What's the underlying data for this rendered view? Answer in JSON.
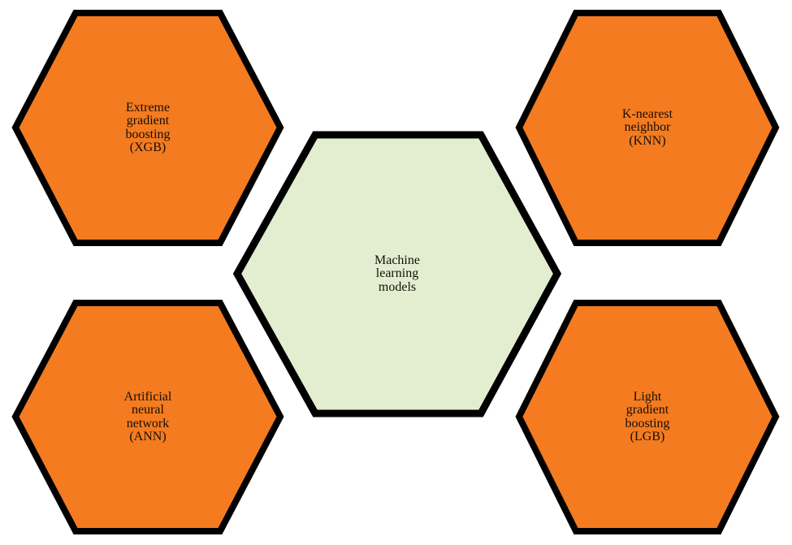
{
  "diagram": {
    "type": "hexagon-cluster",
    "title": "Machine learning models",
    "background_color": "#ffffff",
    "colors": {
      "node_orange": "#F47B20",
      "node_green": "#E3EED1",
      "outline": "#000000",
      "text": "#150f05"
    },
    "center_node": {
      "id": "ml-models",
      "shape": "hexagon",
      "fill": "#E3EED1",
      "lines": [
        "Machine",
        "learning",
        "models"
      ]
    },
    "outer_nodes": [
      {
        "id": "xgb",
        "position": "top-left",
        "shape": "hexagon",
        "fill": "#F47B20",
        "lines": [
          "Extreme",
          "gradient",
          "boosting",
          "(XGB)"
        ]
      },
      {
        "id": "knn",
        "position": "top-right",
        "shape": "hexagon",
        "fill": "#F47B20",
        "lines": [
          "K-nearest",
          "neighbor",
          "(KNN)"
        ]
      },
      {
        "id": "ann",
        "position": "bottom-left",
        "shape": "hexagon",
        "fill": "#F47B20",
        "lines": [
          "Artificial",
          "neural",
          "network",
          "(ANN)"
        ]
      },
      {
        "id": "lgb",
        "position": "bottom-right",
        "shape": "hexagon",
        "fill": "#F47B20",
        "lines": [
          "Light",
          "gradient",
          "boosting",
          "(LGB)"
        ]
      }
    ]
  }
}
